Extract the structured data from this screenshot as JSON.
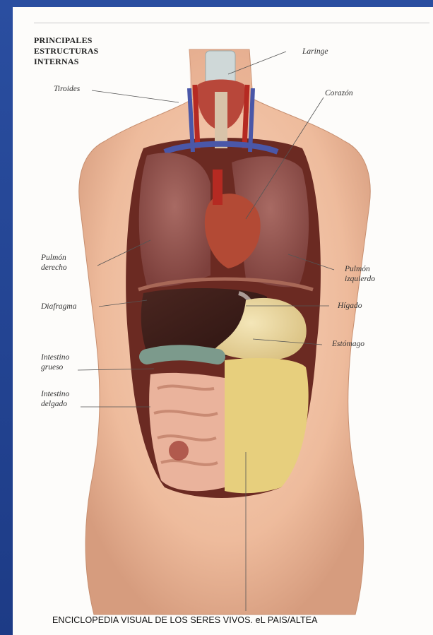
{
  "heading": {
    "line1": "PRINCIPALES",
    "line2": "ESTRUCTURAS",
    "line3": "INTERNAS"
  },
  "labels": {
    "laringe": "Laringe",
    "tiroides": "Tiroides",
    "corazon": "Corazón",
    "pulmon_derecho_1": "Pulmón",
    "pulmon_derecho_2": "derecho",
    "pulmon_izquierdo_1": "Pulmón",
    "pulmon_izquierdo_2": "izquierdo",
    "diafragma": "Diafragma",
    "higado": "Hígado",
    "estomago": "Estómago",
    "intestino_grueso_1": "Intestino",
    "intestino_grueso_2": "grueso",
    "intestino_delgado_1": "Intestino",
    "intestino_delgado_2": "delgado"
  },
  "caption": "ENCICLOPEDIA VISUAL DE LOS SERES VIVOS. eL PAIS/ALTEA",
  "colors": {
    "frame": "#1f3f8c",
    "skin": "#f0c4a8",
    "skin_shadow": "#d9a487",
    "lung": "#9a5a55",
    "liver": "#3e1f1a",
    "stomach": "#ead9a4",
    "large_intestine": "#7c9a8c",
    "small_intestine": "#e9b6a0",
    "heart": "#b34a35",
    "vessels_red": "#b52a22",
    "vessels_blue": "#4a57a8"
  }
}
